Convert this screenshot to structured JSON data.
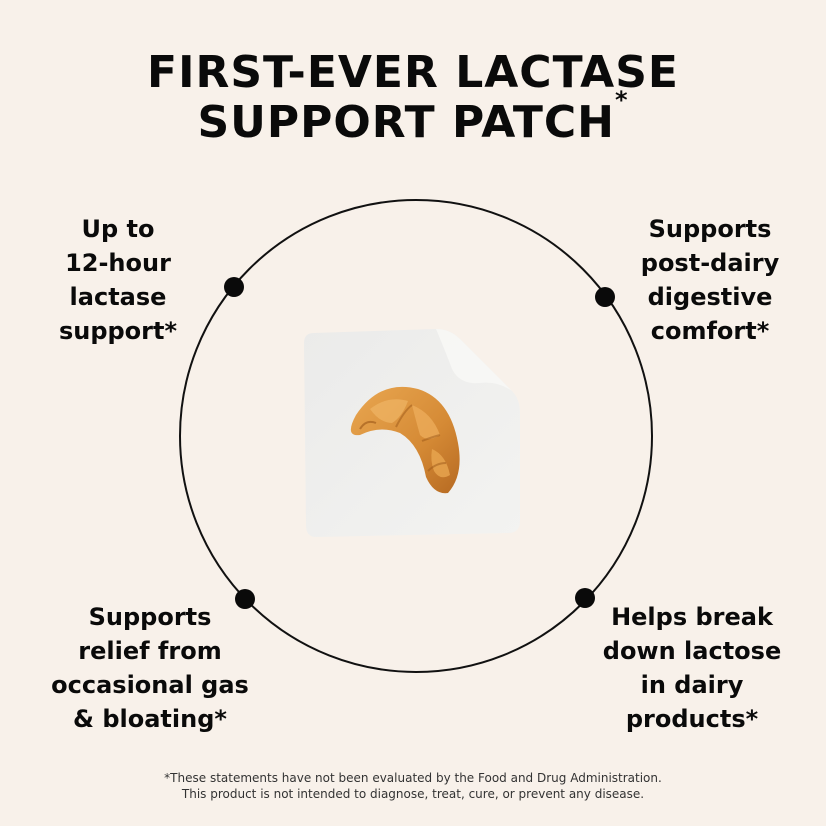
{
  "headline": {
    "line1": "FIRST-EVER LACTASE",
    "line2": "SUPPORT PATCH",
    "asterisk": "*"
  },
  "benefits": {
    "top_left": "Up to\n12-hour\nlactase\nsupport*",
    "top_right": "Supports\npost-dairy\ndigestive\ncomfort*",
    "bottom_left": "Supports\nrelief from\noccasional gas\n& bloating*",
    "bottom_right": "Helps break\ndown lactose\nin dairy\nproducts*"
  },
  "illustration": {
    "icon": "croissant-icon",
    "patch_color": "#ececec",
    "croissant_color": "#d98b35"
  },
  "disclaimer": {
    "line1": "*These statements have not been evaluated by the Food and Drug Administration.",
    "line2": "This product is not intended to diagnose, treat, cure, or prevent any disease."
  },
  "colors": {
    "background": "#f8f1ea",
    "ink": "#0a0a0a"
  }
}
